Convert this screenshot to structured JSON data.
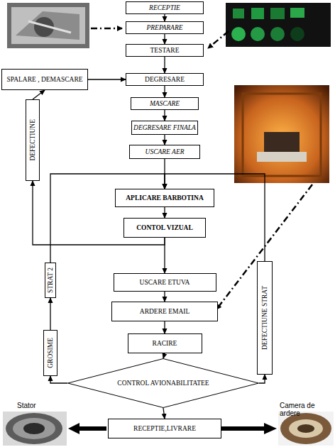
{
  "diagram": {
    "nodes": [
      {
        "text": [
          "RECEPTIE"
        ]
      },
      {
        "text": [
          "PREPARARE"
        ]
      },
      {
        "text": [
          "TESTARE"
        ]
      },
      {
        "text": [
          "SPALARE , DEMASCARE"
        ]
      },
      {
        "text": [
          "DEGRESARE"
        ]
      },
      {
        "text": [
          "MASCARE"
        ]
      },
      {
        "text": [
          "DEGRESARE FINALA"
        ]
      },
      {
        "text": [
          "USCARE AER"
        ]
      },
      {
        "text": [
          "DEFECTIUNE"
        ]
      },
      {
        "text": [
          "APLICARE BARBOTINA"
        ]
      },
      {
        "text": [
          "CONTOL VIZUAL"
        ]
      },
      {
        "text": [
          "STRAT 2"
        ]
      },
      {
        "text": [
          "USCARE ETUVA"
        ]
      },
      {
        "text": [
          "ARDERE EMAIL"
        ]
      },
      {
        "text": [
          "RACIRE"
        ]
      },
      {
        "text": [
          "GROSIME"
        ]
      },
      {
        "text": [
          "DEFECTIUNE STRAT"
        ]
      },
      {
        "text": [
          "CONTROL AVIONABILITATEE"
        ]
      },
      {
        "text": [
          "RECEPTIE,LIVRARE"
        ]
      }
    ],
    "edges": [
      {
        "from": 0,
        "to": 1,
        "arrow": "to"
      },
      {
        "from": 1,
        "to": 2,
        "arrow": "to"
      },
      {
        "from": 2,
        "to": 4,
        "arrow": "to"
      },
      {
        "from": 4,
        "to": 5,
        "arrow": "to"
      },
      {
        "from": 5,
        "to": 6,
        "arrow": "to"
      },
      {
        "from": 6,
        "to": 7,
        "arrow": "to"
      },
      {
        "from": 7,
        "to": 9,
        "arrow": "to"
      },
      {
        "from": 9,
        "to": 10,
        "arrow": "to"
      },
      {
        "from": 10,
        "to": 12,
        "arrow": "to"
      },
      {
        "from": 12,
        "to": 13,
        "arrow": "to"
      },
      {
        "from": 13,
        "to": 14,
        "arrow": "to"
      },
      {
        "from": 14,
        "to": 17,
        "arrow": "to"
      },
      {
        "from": 17,
        "to": 18,
        "arrow": "to"
      },
      {
        "from": 10,
        "to": 8,
        "arrow": "to"
      },
      {
        "from": 8,
        "to": 3,
        "arrow": "to"
      },
      {
        "from": 3,
        "to": 4,
        "arrow": "to"
      },
      {
        "from": 17,
        "to": 15,
        "arrow": "to"
      },
      {
        "from": 15,
        "to": 11,
        "arrow": "to"
      },
      {
        "from": 11,
        "to": 9,
        "arrow": "to"
      },
      {
        "from": 17,
        "to": 16,
        "arrow": "to"
      },
      {
        "from": 16,
        "to": 9,
        "arrow": "to"
      }
    ],
    "labels": [
      "Stator",
      "Camera de ardere"
    ]
  }
}
